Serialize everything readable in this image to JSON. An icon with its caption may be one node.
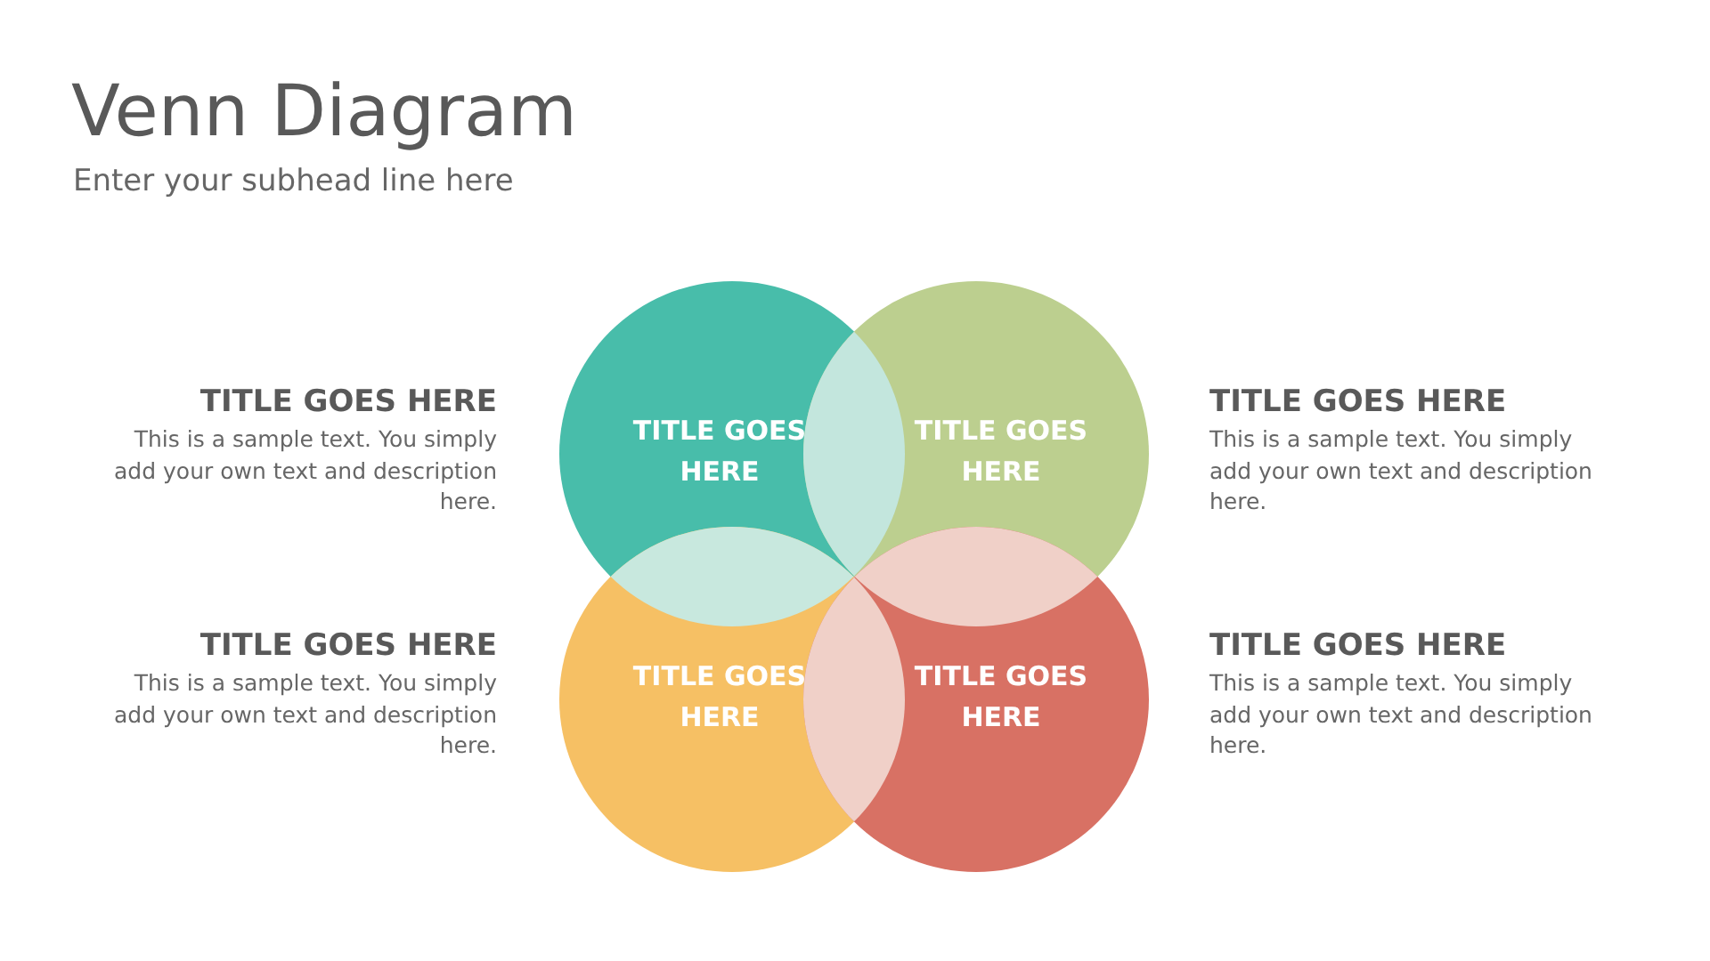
{
  "diagram": {
    "title": "Venn Diagram",
    "nodes": [
      {
        "text": [
          "TITLE GOES HERE"
        ]
      },
      {
        "text": [
          "TITLE GOES HERE"
        ]
      },
      {
        "text": [
          "TITLE GOES HERE"
        ]
      },
      {
        "text": [
          "TITLE GOES HERE"
        ]
      }
    ],
    "labels": [
      "Enter your subhead line here",
      "TITLE GOES HERE",
      "This is a sample text. You simply add your own text and description here.",
      "TITLE GOES HERE",
      "This is a sample text. You simply add your own text and description here.",
      "TITLE GOES HERE",
      "This is a sample text. You simply add your own text and description here.",
      "TITLE GOES HERE",
      "This is a sample text. You simply add your own text and description here."
    ]
  }
}
